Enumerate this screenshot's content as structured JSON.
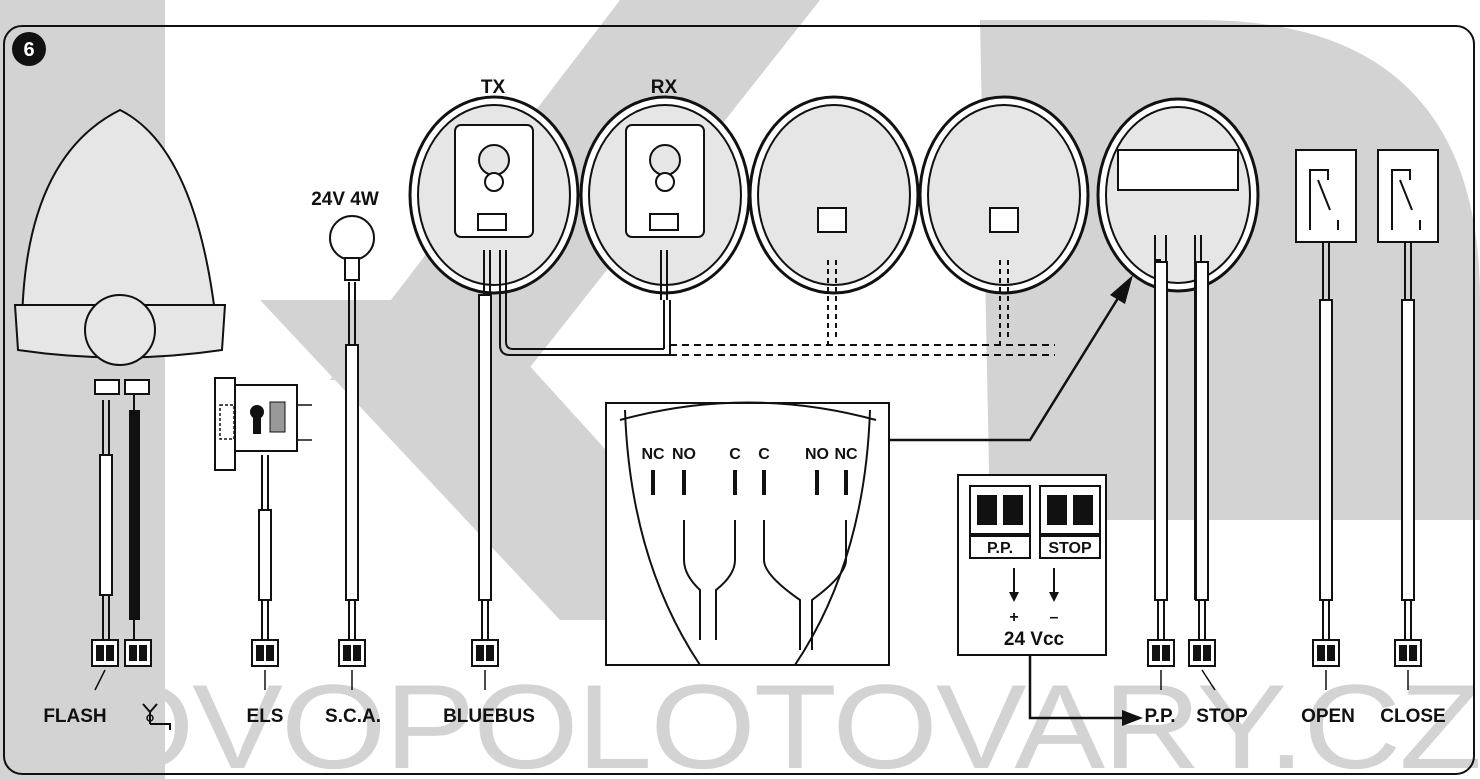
{
  "figure": {
    "number": "6",
    "watermark": "KOVOPOLOTOVARY.CZ"
  },
  "devices": {
    "tx_label": "TX",
    "rx_label": "RX",
    "lamp_label": "24V 4W"
  },
  "detail": {
    "nc_left": "NC",
    "no_left": "NO",
    "c_left": "C",
    "c_right": "C",
    "no_right": "NO",
    "nc_right": "NC"
  },
  "control_box": {
    "pp_label": "P.P.",
    "stop_label": "STOP",
    "plus_sign": "+",
    "minus_sign": "–",
    "voltage": "24 Vcc"
  },
  "terminals": {
    "flash": "FLASH",
    "els": "ELS",
    "sca": "S.C.A.",
    "bluebus": "BLUEBUS",
    "pp": "P.P.",
    "stop": "STOP",
    "open": "OPEN",
    "close": "CLOSE"
  },
  "colors": {
    "watermark_gray": "#d3d3d3",
    "line": "#111111",
    "device_fill": "#e6e6e6"
  }
}
